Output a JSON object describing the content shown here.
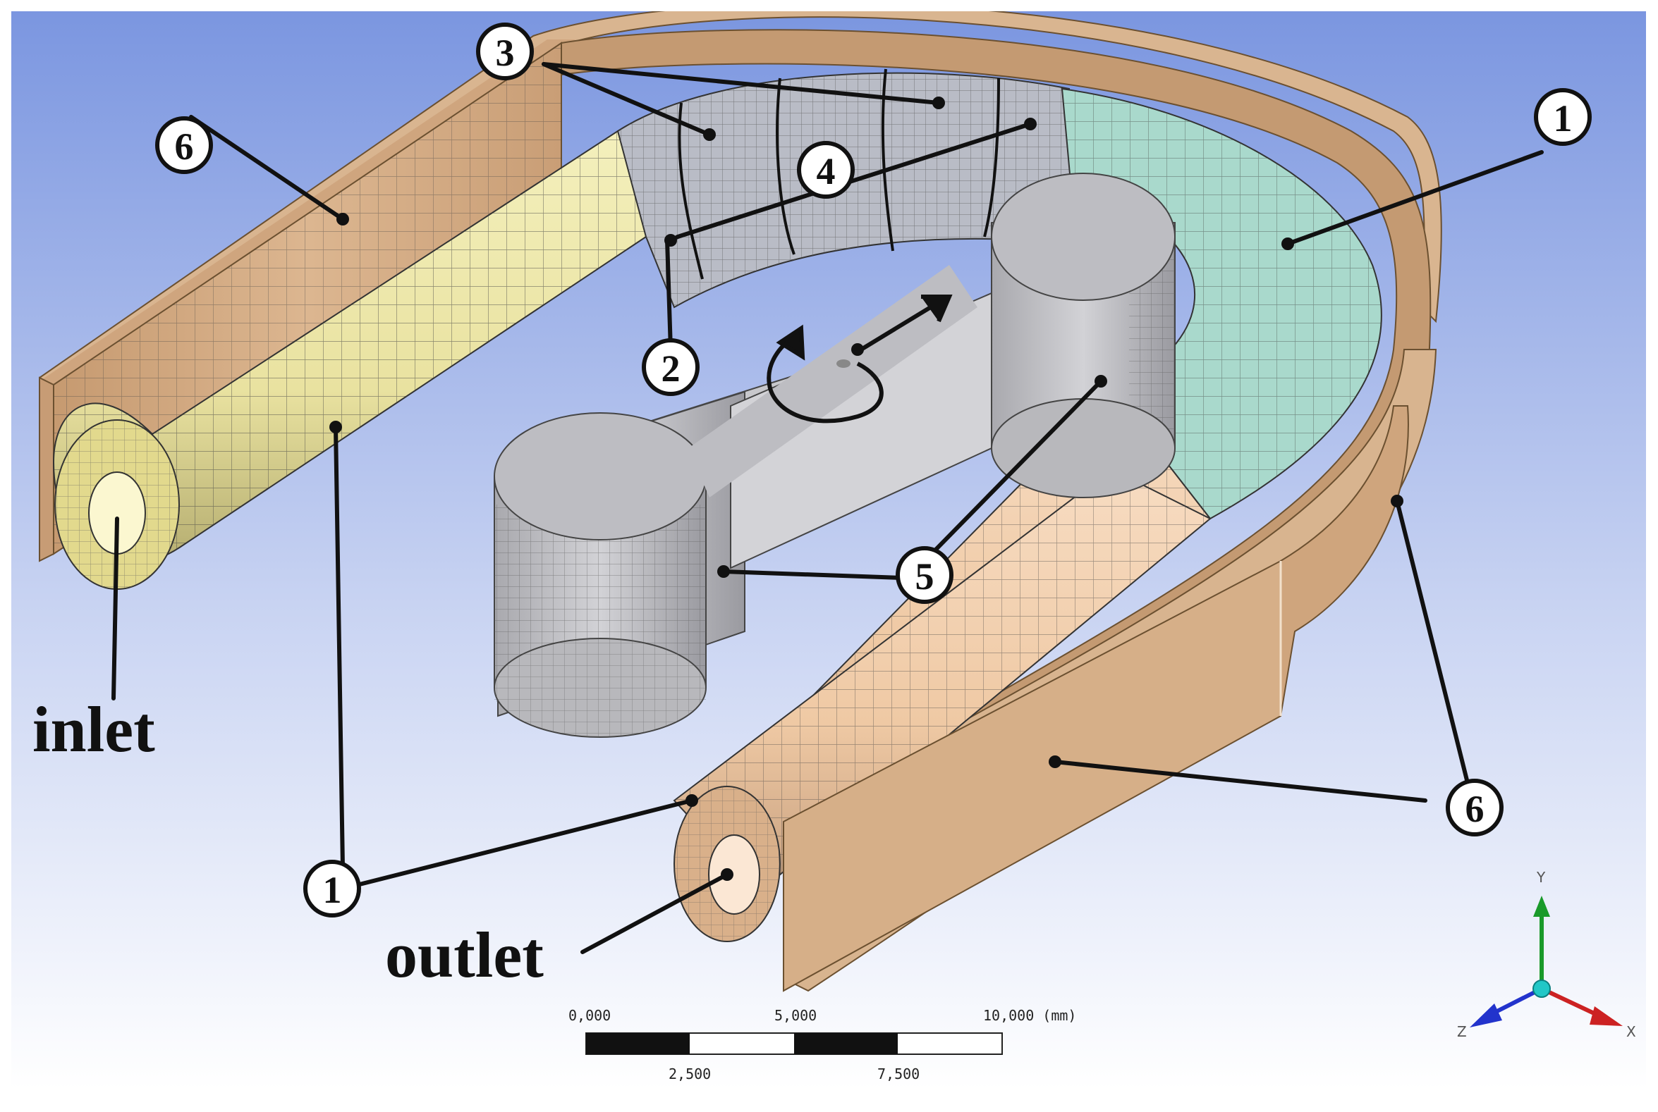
{
  "labels": {
    "inlet": "inlet",
    "outlet": "outlet"
  },
  "callouts": {
    "c1_right": "1",
    "c1_bottom": "1",
    "c2": "2",
    "c3": "3",
    "c4": "4",
    "c5": "5",
    "c6_left": "6",
    "c6_right": "6"
  },
  "scale_bar": {
    "top_ticks": [
      "0,000",
      "5,000",
      "10,000 (mm)"
    ],
    "bottom_ticks": [
      "2,500",
      "7,500"
    ]
  },
  "triad": {
    "y": "Y",
    "x": "X",
    "z": "Z"
  },
  "colors": {
    "background_top": "#7b96e0",
    "background_bottom": "#ffffff",
    "inlet_pipe": "#efeaa6",
    "bend_pipe": "#b9bcc6",
    "outlet_bend": "#a9d9cc",
    "outlet_pipe": "#f3d0b0",
    "wall": "#d4ad86",
    "rotor": "#c0c0c4",
    "y_axis": "#1a9a2a",
    "x_axis": "#cc2222",
    "z_axis": "#2233cc"
  }
}
